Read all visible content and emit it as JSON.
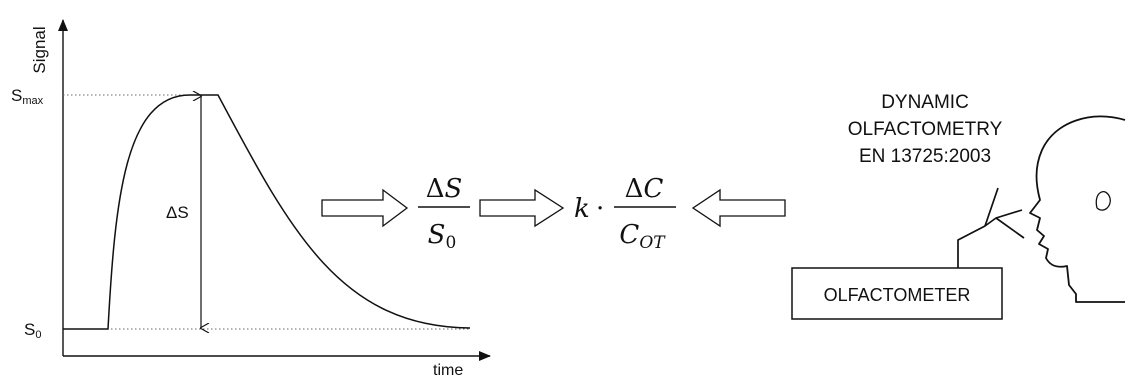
{
  "graph": {
    "y_axis_label": "Signal",
    "x_axis_label": "time",
    "s_max": {
      "base": "S",
      "sub": "max"
    },
    "s_zero": {
      "base": "S",
      "sub": "0"
    },
    "delta_s": "ΔS"
  },
  "formula_left": {
    "numerator": {
      "delta": "Δ",
      "var": "S"
    },
    "denominator": {
      "var": "S",
      "sub": "0"
    }
  },
  "formula_right": {
    "k": "k",
    "dot": "·",
    "numerator": {
      "delta": "Δ",
      "var": "C"
    },
    "denominator": {
      "var": "C",
      "sub": "OT"
    }
  },
  "method": {
    "line1": "DYNAMIC",
    "line2": "OLFACTOMETRY",
    "line3": "EN 13725:2003"
  },
  "device": {
    "label": "OLFACTOMETER"
  }
}
